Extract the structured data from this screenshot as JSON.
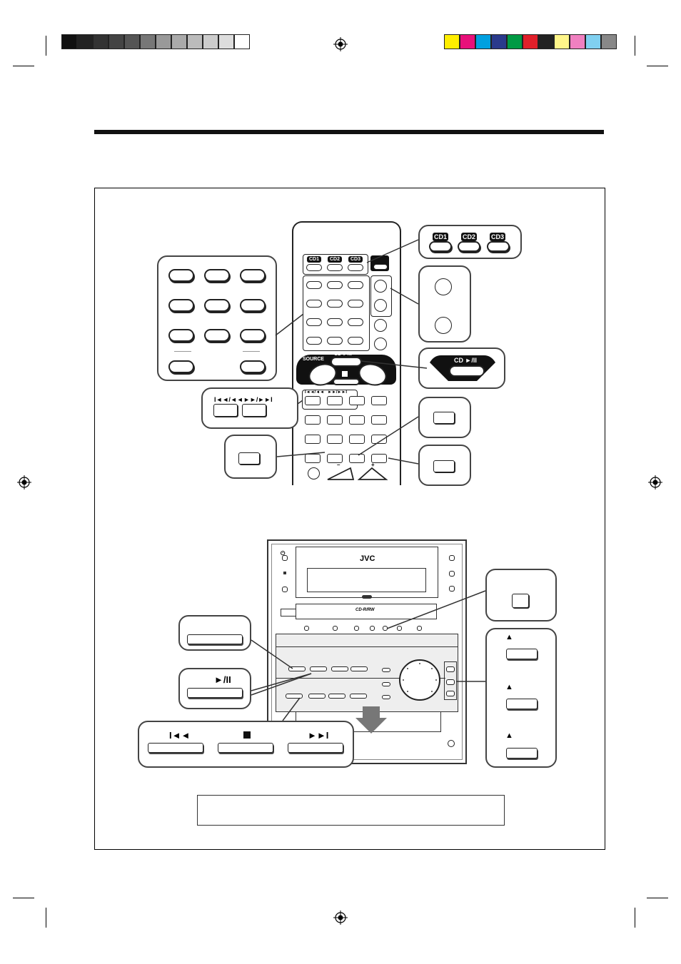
{
  "colors": {
    "gray_scale": [
      "#111111",
      "#222222",
      "#333333",
      "#444444",
      "#555555",
      "#777777",
      "#999999",
      "#aaaaaa",
      "#bbbbbb",
      "#cccccc",
      "#dddddd",
      "#ffffff"
    ],
    "color_bar": [
      "#ffee00",
      "#e8107a",
      "#00a0e0",
      "#2a3a8c",
      "#009a44",
      "#e0202a",
      "#222222",
      "#fff68a",
      "#f080c0",
      "#80d0f0",
      "#888888"
    ]
  },
  "icons": [
    "registration-mark",
    "power-standby-icon",
    "eject-icon",
    "play-pause-icon",
    "stop-icon",
    "skip-back-icon",
    "skip-forward-icon",
    "arrow-down-icon"
  ],
  "remote": {
    "cd_buttons": [
      "CD1",
      "CD2",
      "CD3"
    ],
    "source_label": "SOURCE",
    "cd_play_label": "CD ►/II",
    "minus_label": "–",
    "plus_label": "+",
    "skip_labels": [
      "I◄◄/◄◄",
      "►►/►►I"
    ]
  },
  "callouts": {
    "cd_buttons": [
      "CD1",
      "CD2",
      "CD3"
    ],
    "cd_play_label": "CD ►/II",
    "skip_back_label": "I◄◄/◄◄",
    "skip_fwd_label": "►►/►►I"
  },
  "unit": {
    "brand": "JVC",
    "cd_rw_label": "CD-R/RW",
    "play_pause_label": "►/II",
    "skip_back_label": "I◄◄",
    "skip_fwd_label": "►►I"
  }
}
